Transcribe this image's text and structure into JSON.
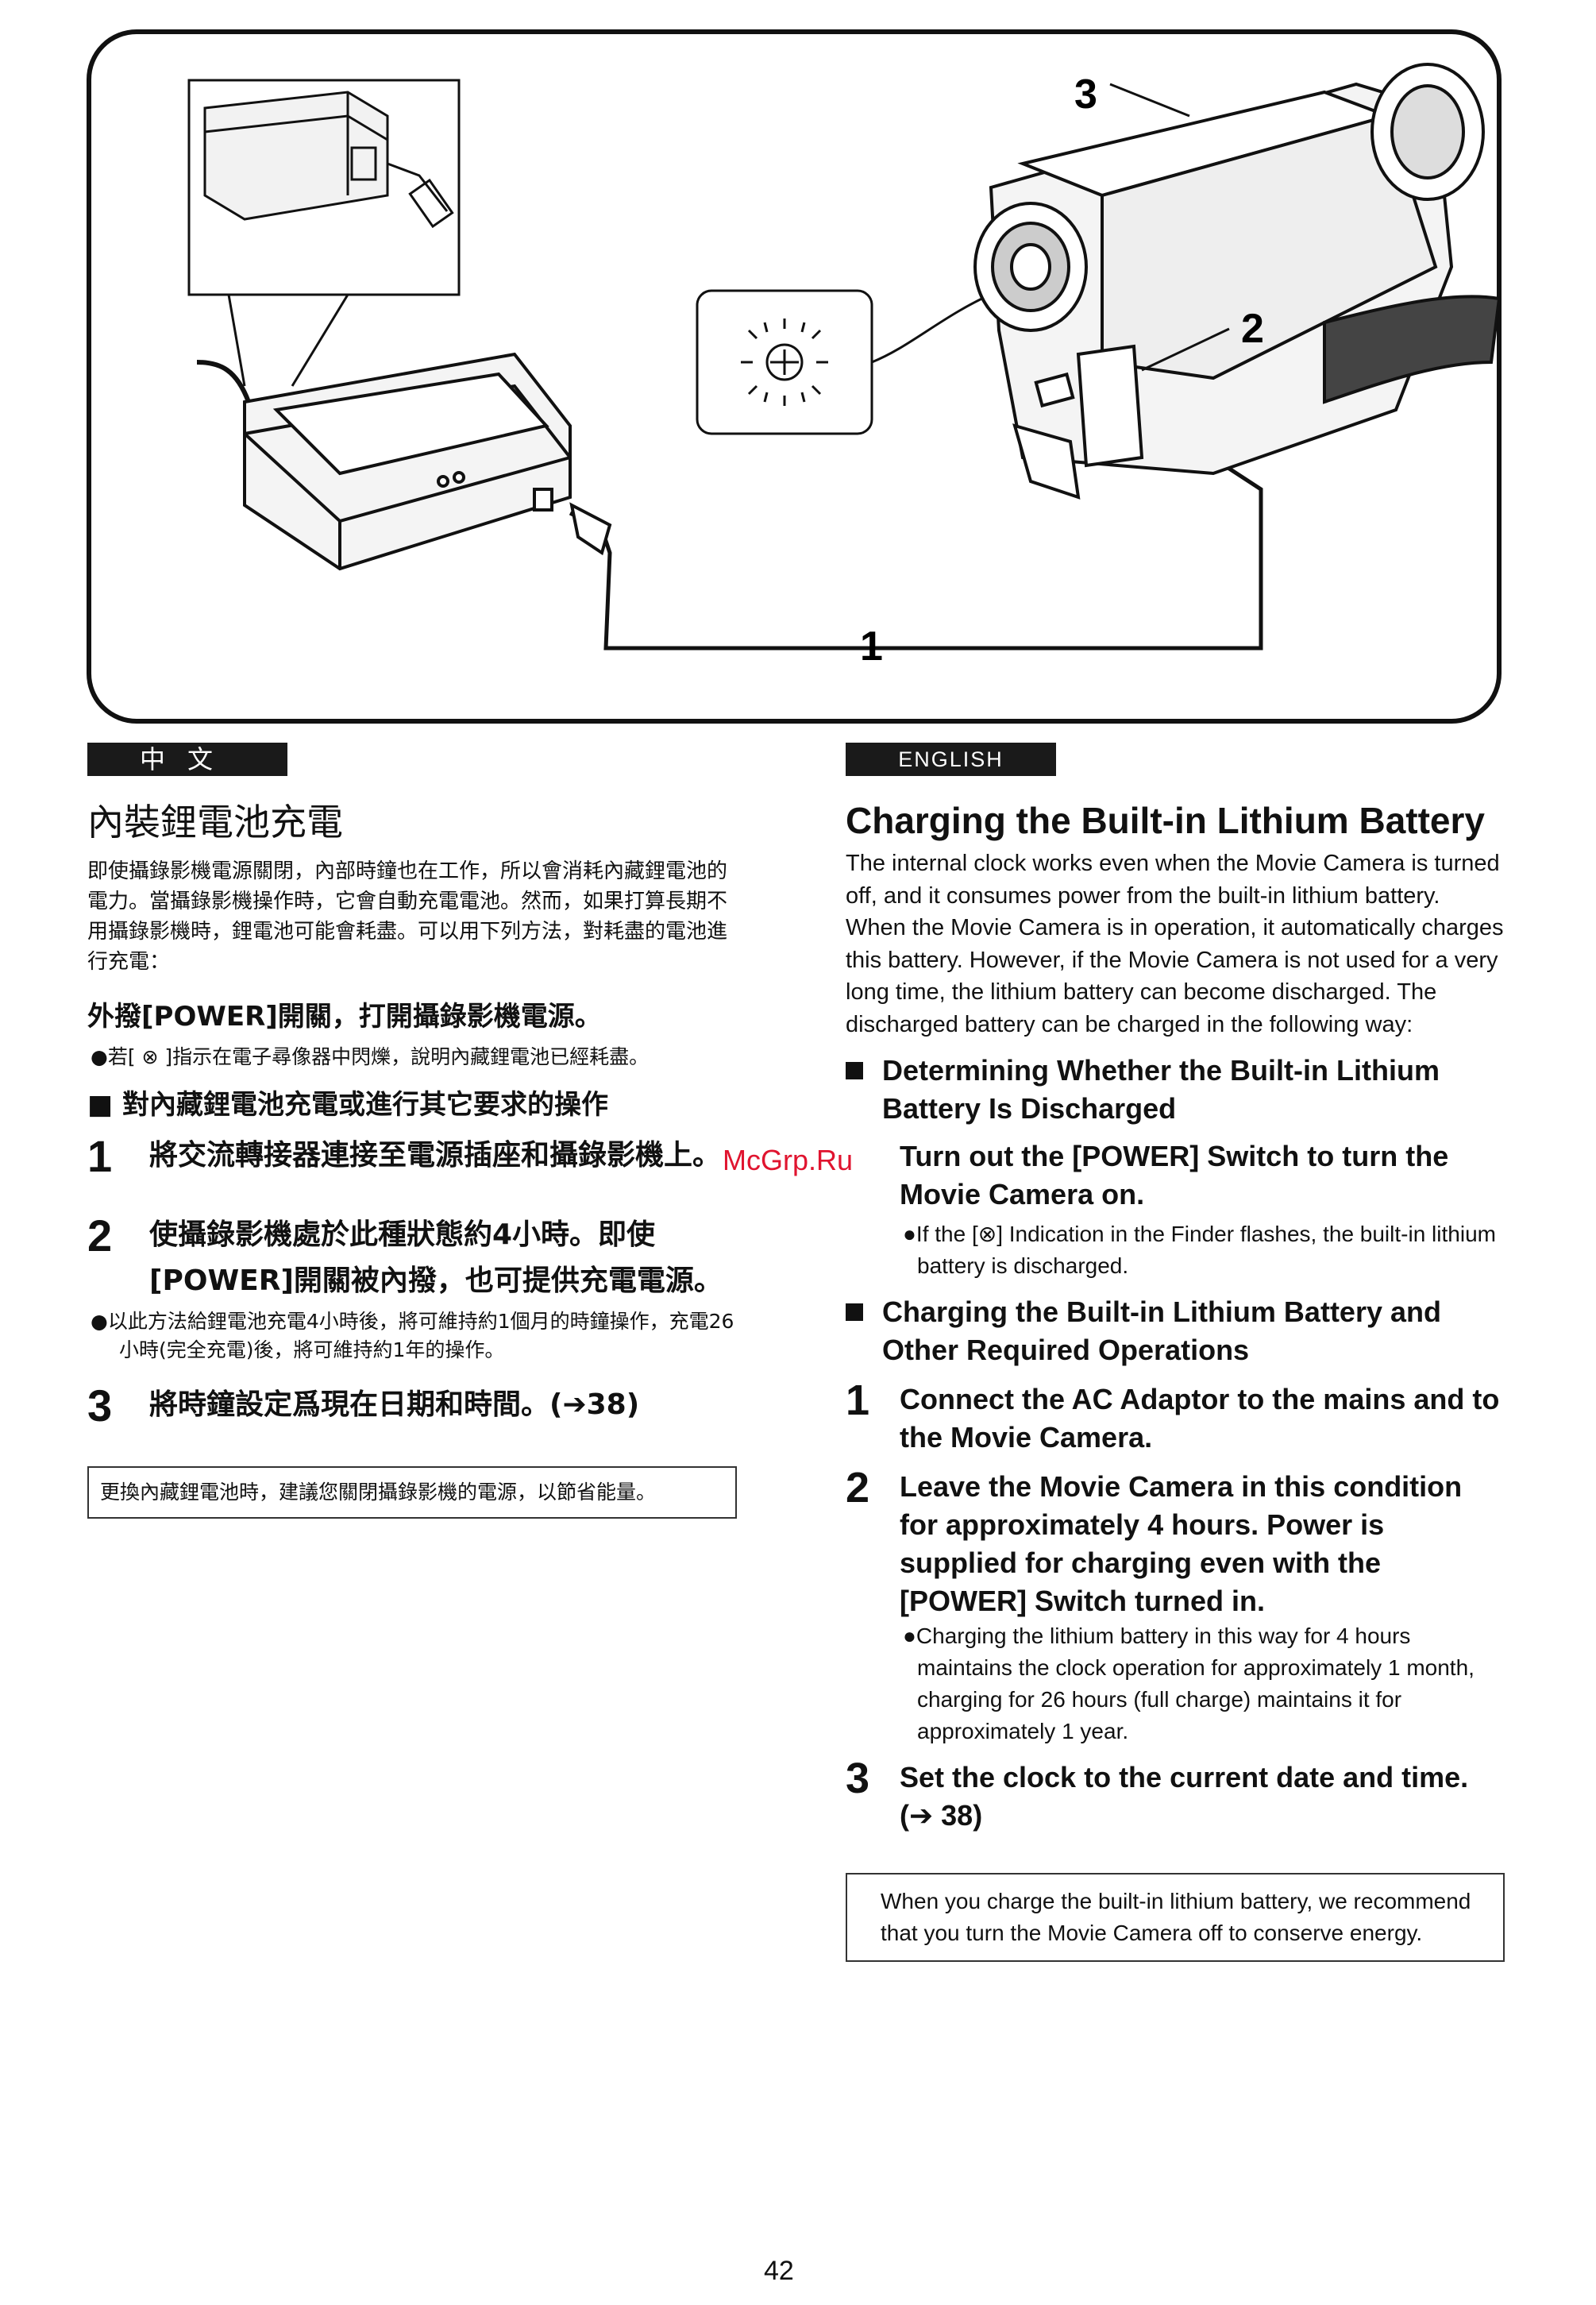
{
  "illustration": {
    "callouts": [
      "1",
      "2",
      "3"
    ]
  },
  "zh": {
    "lang_label": "中文",
    "title": "內裝鋰電池充電",
    "intro": "即使攝錄影機電源關閉，內部時鐘也在工作，所以會消耗內藏鋰電池的電力。當攝錄影機操作時，它會自動充電電池。然而，如果打算長期不用攝錄影機時，鋰電池可能會耗盡。可以用下列方法，對耗盡的電池進行充電：",
    "power_instruction": "外撥[POWER]開關，打開攝錄影機電源。",
    "power_bullet": "●若[ ⊗ ]指示在電子尋像器中閃爍，說明內藏鋰電池已經耗盡。",
    "section_title": "■ 對內藏鋰電池充電或進行其它要求的操作",
    "steps": [
      {
        "num": "1",
        "text": "將交流轉接器連接至電源插座和攝錄影機上。"
      },
      {
        "num": "2",
        "text": "使攝錄影機處於此種狀態約4小時。即使[POWER]開關被內撥，也可提供充電電源。"
      },
      {
        "num": "3",
        "text": "將時鐘設定爲現在日期和時間。(➔38)"
      }
    ],
    "step2_bullet": "●以此方法給鋰電池充電4小時後，將可維持約1個月的時鐘操作，充電26小時(完全充電)後，將可維持約1年的操作。",
    "note": "更換內藏鋰電池時，建議您關閉攝錄影機的電源，以節省能量。"
  },
  "en": {
    "lang_label": "ENGLISH",
    "title": "Charging the Built-in Lithium Battery",
    "intro": "The internal clock works even when the Movie Camera is turned off, and it consumes power from the built-in lithium battery. When the Movie Camera is in operation, it automatically charges this battery. However, if the Movie Camera is not used for a very long time, the lithium battery can become discharged. The discharged battery can be charged in the following way:",
    "section1_title": "Determining Whether the Built-in Lithium Battery Is Discharged",
    "power_instruction": "Turn out the [POWER] Switch to turn the Movie Camera on.",
    "power_bullet": "●If the [⊗] Indication in the Finder flashes, the built-in lithium battery is discharged.",
    "section2_title": "Charging the Built-in Lithium Battery and Other Required Operations",
    "steps": [
      {
        "num": "1",
        "text": "Connect the AC Adaptor to the mains and to the Movie Camera."
      },
      {
        "num": "2",
        "text": "Leave the Movie Camera in this condition for approximately 4 hours. Power is supplied for charging even with the [POWER] Switch turned in."
      },
      {
        "num": "3",
        "text": "Set the clock to the current date and time. (➔ 38)"
      }
    ],
    "step2_bullet": "●Charging the lithium battery in this way for 4 hours maintains the clock operation for approximately 1 month, charging for 26 hours (full charge) maintains it for approximately 1 year.",
    "note": "When you charge the built-in lithium battery, we recommend that you turn the Movie Camera off to conserve energy."
  },
  "watermark": "McGrp.Ru",
  "page_number": "42"
}
